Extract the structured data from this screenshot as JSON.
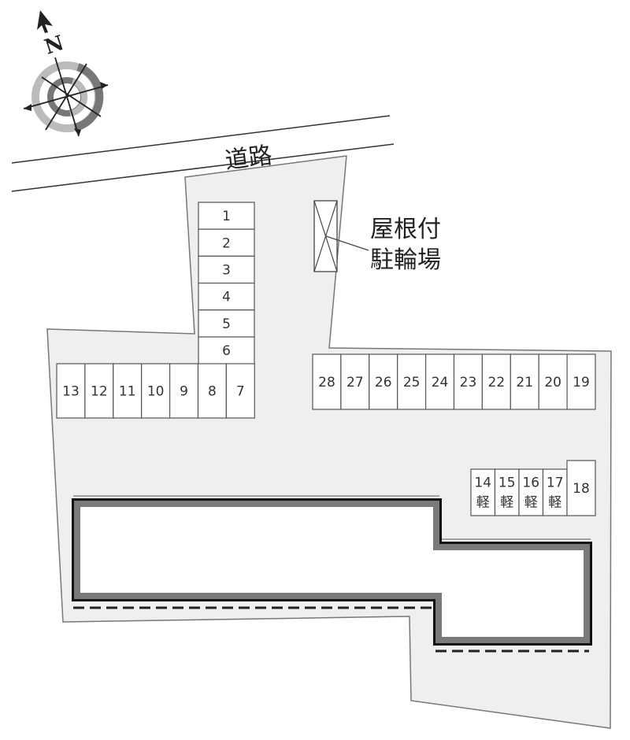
{
  "compass": {
    "north_label": "N"
  },
  "road": {
    "label": "道路"
  },
  "bike_parking": {
    "line1": "屋根付",
    "line2": "駐輪場"
  },
  "stalls": {
    "column": [
      "1",
      "2",
      "3",
      "4",
      "5",
      "6"
    ],
    "left_row": [
      "13",
      "12",
      "11",
      "10",
      "9",
      "8",
      "7"
    ],
    "right_row": [
      "28",
      "27",
      "26",
      "25",
      "24",
      "23",
      "22",
      "21",
      "20",
      "19"
    ],
    "kei_row": [
      "14",
      "15",
      "16",
      "17"
    ],
    "kei_mark": "軽",
    "corner": "18"
  },
  "colors": {
    "lot": "#efefef",
    "building_wall": "#7a7a7a",
    "outline": "#555555"
  }
}
